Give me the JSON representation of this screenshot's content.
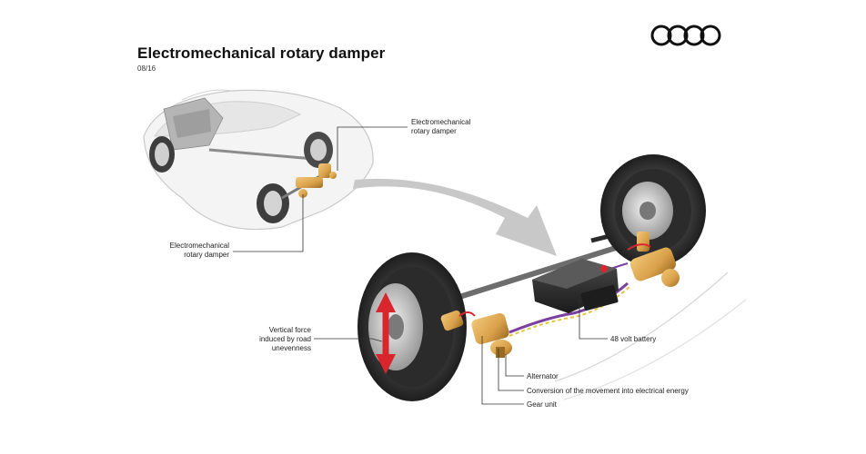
{
  "header": {
    "title": "Electromechanical rotary damper",
    "date": "08/16"
  },
  "logo": {
    "icon": "four-rings-logo-icon",
    "color": "#111111"
  },
  "labels": {
    "rear_damper": "Electromechanical\nrotary damper",
    "front_damper": "Electromechanical\nrotary damper",
    "vertical_force": "Vertical force\ninduced by road\nunevenness",
    "battery": "48 volt battery",
    "alternator": "Alternator",
    "conversion": "Conversion of the movement into electrical energy",
    "gear_unit": "Gear unit"
  },
  "colors": {
    "damper_gold": "#d9a04a",
    "force_arrow": "#d8262c",
    "cable_purple": "#7b3fa0",
    "cable_yellow": "#e6c43a",
    "zoom_arrow": "#c8c8c8"
  }
}
